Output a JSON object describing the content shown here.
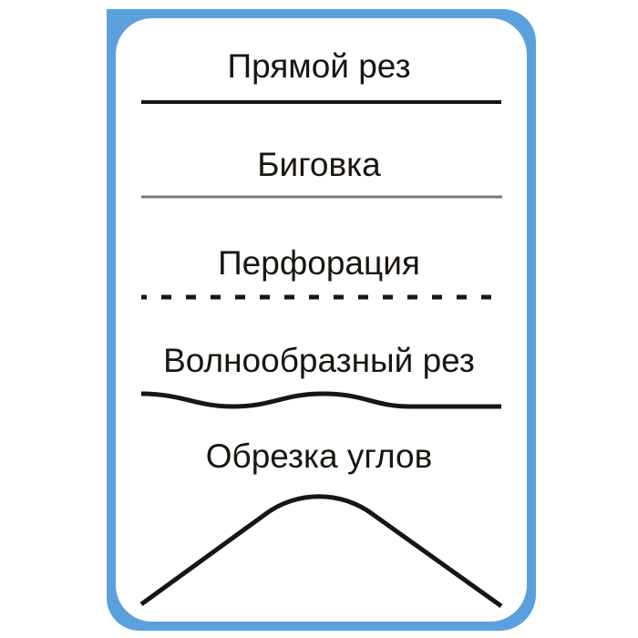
{
  "labels": {
    "straight_cut": "Прямой рез",
    "creasing": "Биговка",
    "perforation": "Перфорация",
    "wave_cut": "Волнообразный рез",
    "corner_cut": "Обрезка углов"
  },
  "colors": {
    "frame": "#5aa0dc",
    "ink": "#1a1510",
    "crease": "#777777"
  }
}
